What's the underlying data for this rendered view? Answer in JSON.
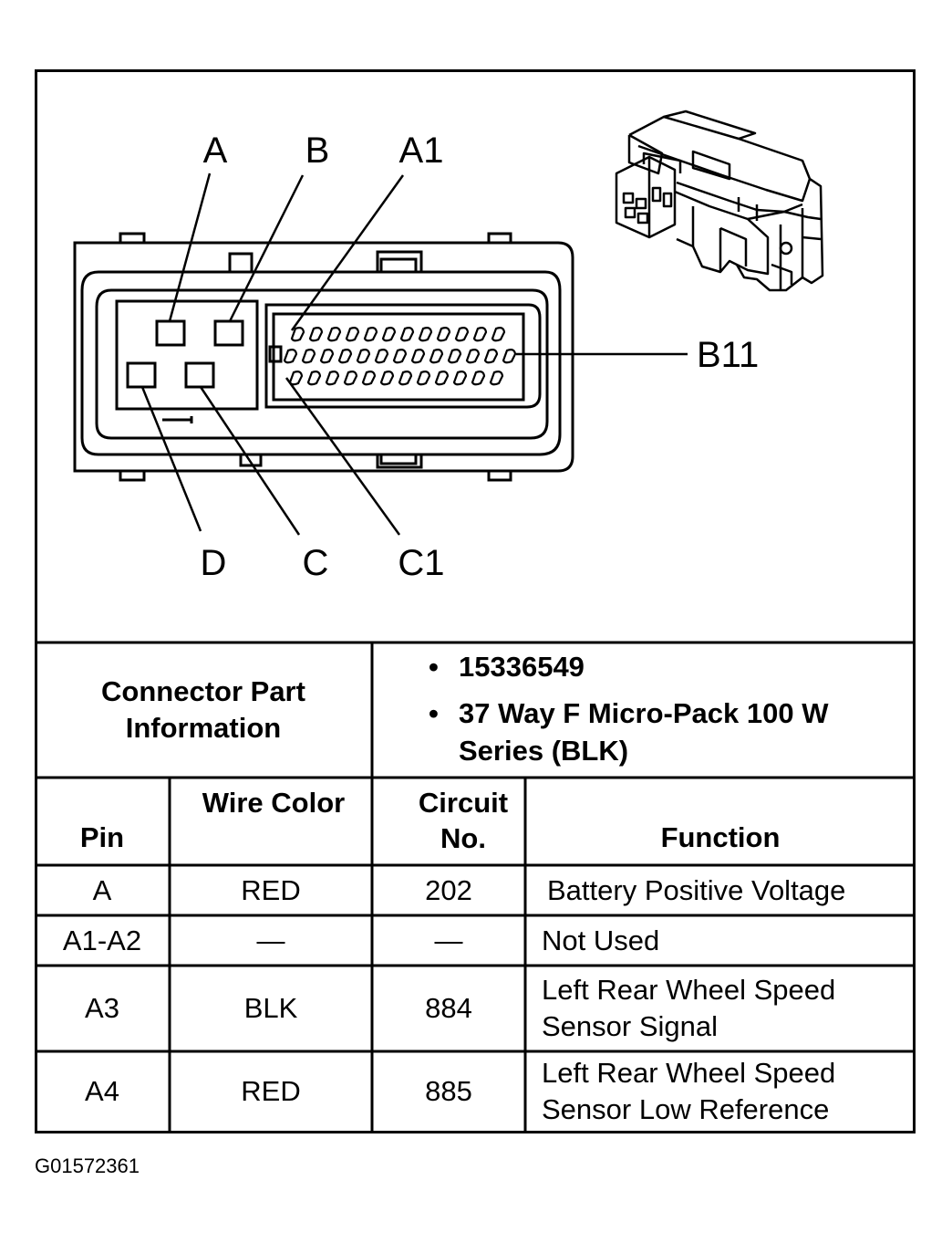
{
  "diagram": {
    "pin_labels": {
      "a": "A",
      "b": "B",
      "a1": "A1",
      "b11": "B11",
      "d": "D",
      "c": "C",
      "c1": "C1"
    }
  },
  "connector_info": {
    "label": "Connector Part Information",
    "items": [
      "15336549",
      "37 Way F Micro-Pack 100 W Series (BLK)"
    ]
  },
  "table": {
    "headers": {
      "pin": "Pin",
      "wire_color": "Wire Color",
      "circuit_no": "Circuit No.",
      "function": "Function"
    },
    "rows": [
      {
        "pin": "A",
        "wire_color": "RED",
        "circuit_no": "202",
        "function": "Battery Positive Voltage"
      },
      {
        "pin": "A1-A2",
        "wire_color": "—",
        "circuit_no": "—",
        "function": "Not Used"
      },
      {
        "pin": "A3",
        "wire_color": "BLK",
        "circuit_no": "884",
        "function": "Left Rear Wheel Speed Sensor Signal"
      },
      {
        "pin": "A4",
        "wire_color": "RED",
        "circuit_no": "885",
        "function": "Left Rear Wheel Speed Sensor Low Reference"
      }
    ]
  },
  "figure_id": "G01572361"
}
